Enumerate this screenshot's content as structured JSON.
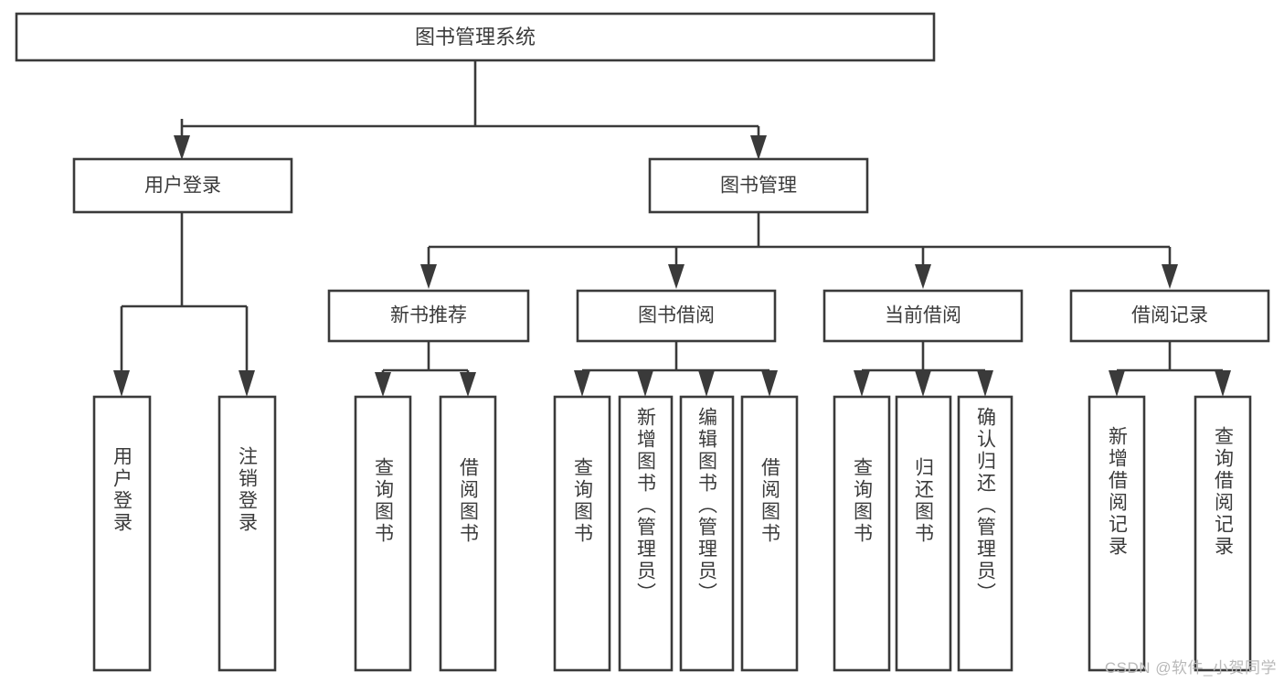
{
  "diagram": {
    "type": "tree-hierarchy-chart",
    "title": "图书管理系统",
    "stroke_color": "#3a3a3a",
    "text_color": "#3b3b3b",
    "background_color": "#ffffff",
    "root": {
      "id": "root",
      "label": "图书管理系统"
    },
    "level2": [
      {
        "id": "user-login",
        "label": "用户登录"
      },
      {
        "id": "book-management",
        "label": "图书管理"
      }
    ],
    "level3": [
      {
        "id": "new-book-recommend",
        "label": "新书推荐",
        "parent": "book-management"
      },
      {
        "id": "book-borrow",
        "label": "图书借阅",
        "parent": "book-management"
      },
      {
        "id": "current-borrow",
        "label": "当前借阅",
        "parent": "book-management"
      },
      {
        "id": "borrow-record",
        "label": "借阅记录",
        "parent": "book-management"
      }
    ],
    "leaves": {
      "user-login": [
        {
          "id": "leaf-user-login",
          "label": "用户登录"
        },
        {
          "id": "leaf-logout",
          "label": "注销登录"
        }
      ],
      "new-book-recommend": [
        {
          "id": "leaf-query-book-1",
          "label": "查询图书"
        },
        {
          "id": "leaf-borrow-book-1",
          "label": "借阅图书"
        }
      ],
      "book-borrow": [
        {
          "id": "leaf-query-book-2",
          "label": "查询图书"
        },
        {
          "id": "leaf-add-book",
          "label": "新增图书（管理员）"
        },
        {
          "id": "leaf-edit-book",
          "label": "编辑图书（管理员）"
        },
        {
          "id": "leaf-borrow-book-2",
          "label": "借阅图书"
        }
      ],
      "current-borrow": [
        {
          "id": "leaf-query-book-3",
          "label": "查询图书"
        },
        {
          "id": "leaf-return-book",
          "label": "归还图书"
        },
        {
          "id": "leaf-confirm-return",
          "label": "确认归还（管理员）"
        }
      ],
      "borrow-record": [
        {
          "id": "leaf-add-record",
          "label": "新增借阅记录"
        },
        {
          "id": "leaf-query-record",
          "label": "查询借阅记录"
        }
      ]
    }
  },
  "watermark": {
    "text": "CSDN @软件_小贺同学"
  }
}
